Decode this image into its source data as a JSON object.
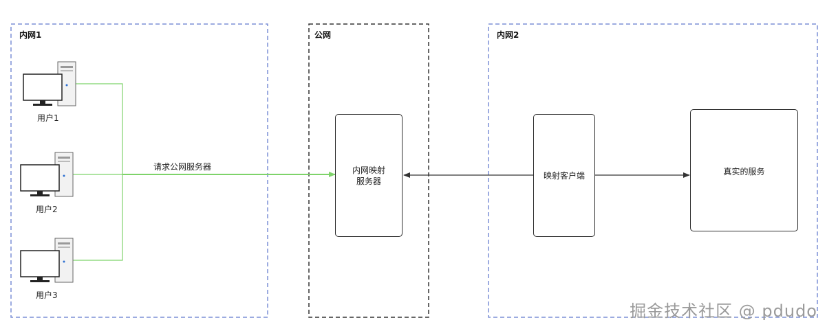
{
  "zones": {
    "intranet1": "内网1",
    "public": "公网",
    "intranet2": "内网2"
  },
  "users": [
    "用户1",
    "用户2",
    "用户3"
  ],
  "edge_label": "请求公网服务器",
  "nodes": {
    "mapping_server": [
      "内网映射",
      "服务器"
    ],
    "mapping_client": "映射客户端",
    "real_service": "真实的服务"
  },
  "watermark": "掘金技术社区 @ pdudo",
  "colors": {
    "intranet_border": "#7b8fd6",
    "public_border": "#333333",
    "request_line": "#7ed36a",
    "arrow": "#333333"
  }
}
